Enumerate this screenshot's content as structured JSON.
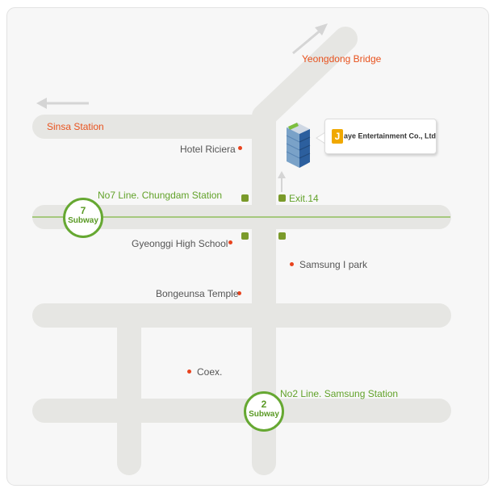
{
  "labels": {
    "yeongdong_bridge": "Yeongdong Bridge",
    "sinsa_station": "Sinsa Station",
    "hotel_riciera": "Hotel Riciera",
    "no7_line": "No7 Line. Chungdam Station",
    "exit": "Exit.14",
    "gyeonggi_high_school": "Gyeonggi High School",
    "samsung_ipark": "Samsung I park",
    "bongeunsa_temple": "Bongeunsa Temple",
    "coex": "Coex.",
    "no2_line": "No2 Line. Samsung Station"
  },
  "subway7": {
    "number": "7",
    "label": "Subway"
  },
  "subway2": {
    "number": "2",
    "label": "Subway"
  },
  "company": {
    "logo_letter": "J",
    "name": "aye Entertainment Co., Ltd"
  },
  "icons": [
    "arrow-northeast-icon",
    "arrow-west-icon",
    "arrow-up-icon",
    "building-icon",
    "subway-station-icon",
    "exit-marker-icon",
    "location-dot-icon"
  ],
  "colors": {
    "road": "#e6e6e3",
    "line7": "#a6c97e",
    "subway_ring": "#66a832",
    "accent_orange": "#e8521e",
    "accent_green": "#62a22a",
    "text_dark": "#555555",
    "arrow": "#d5d5d5"
  }
}
